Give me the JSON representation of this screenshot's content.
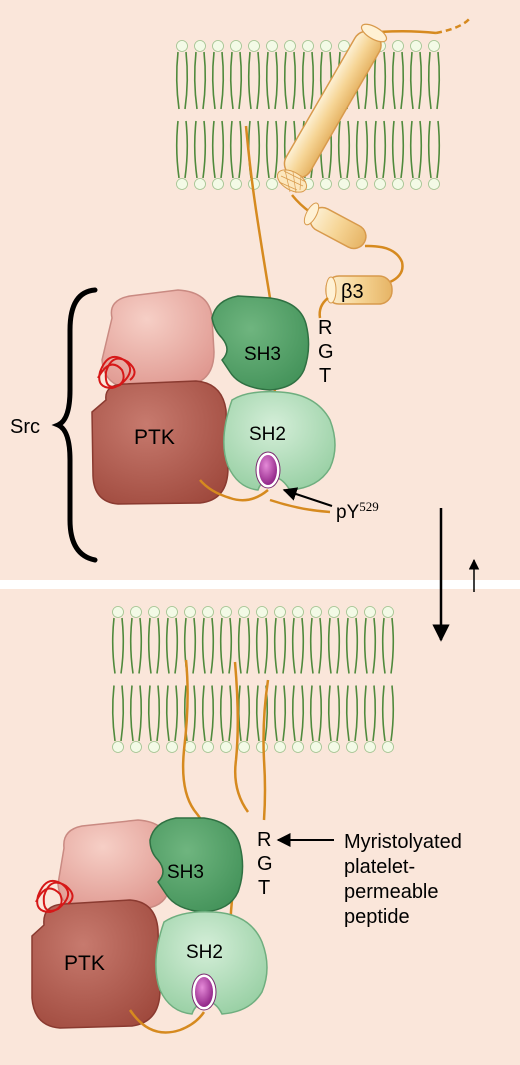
{
  "colors": {
    "background": "#fae6da",
    "lipid_tail": "#4f8a3c",
    "lipid_head": "#f3fae6",
    "linker": "#d68a1f",
    "integrin_tube": "#f7dba0",
    "sh3": "#3f8f56",
    "sh2": "#9fd7ad",
    "ptk": "#a94f42",
    "nlobe": "#e8a49c",
    "phospho": "#a12a98",
    "coil": "#d61818"
  },
  "top_panel": {
    "src_label": "Src",
    "beta3_label": "β3",
    "rgt_letters": [
      "R",
      "G",
      "T"
    ],
    "sh3_label": "SH3",
    "sh2_label": "SH2",
    "ptk_label": "PTK",
    "phospho_label": "pY",
    "phospho_superscript": "529"
  },
  "bottom_panel": {
    "rgt_letters": [
      "R",
      "G",
      "T"
    ],
    "sh3_label": "SH3",
    "sh2_label": "SH2",
    "ptk_label": "PTK",
    "peptide_label_lines": [
      "Myristolyated",
      "platelet-",
      "permeable",
      "peptide"
    ]
  },
  "equilibrium": {
    "forward": "down",
    "reverse": "up"
  }
}
